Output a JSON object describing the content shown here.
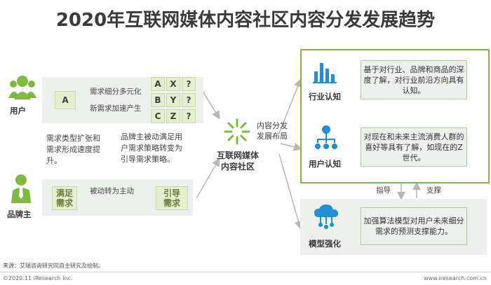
{
  "title": "2020年互联网媒体内容社区内容分发发展趋势",
  "left": {
    "user_label": "用户",
    "brand_label": "品牌主",
    "a_box": "A",
    "demand_detail": "需求细分多元化",
    "demand_new": "新需求加速产生",
    "grid": [
      "A",
      "X",
      "?",
      "B",
      "Y",
      "?",
      "C",
      "Z",
      "?"
    ],
    "demand_growth": "需求类型扩张和需求形成速度提升。",
    "brand_passive": "品牌主被动满足用户需求策略转变为引导需求策略。",
    "satisfy_line1": "满足",
    "satisfy_line2": "需求",
    "passive_to_active": "被动转为主动",
    "guide_line1": "引导",
    "guide_line2": "需求"
  },
  "center": {
    "community_line1": "互联网媒体",
    "community_line2": "内容社区",
    "distribution_line1": "内容分发",
    "distribution_line2": "发展布局"
  },
  "right": {
    "industry_label": "行业认知",
    "industry_text": "基于对行业、品牌和商品的深度了解，对行业前沿方向具有认知。",
    "user_label": "用户认知",
    "user_text": "对现在和未来主流消费人群的喜好等具有了解，如现在的Z世代。",
    "guide_label": "指导",
    "support_label": "支撑",
    "model_label": "模型强化",
    "model_text": "加强算法模型对用户未来细分需求的预测支撑能力。"
  },
  "footer": {
    "source": "来源：艾瑞咨询研究院自主研究及绘制。",
    "copyright": "©2020.11 iResearch Inc.",
    "website": "www.iresearch.com.cn"
  },
  "colors": {
    "green": "#7fb93e",
    "blue": "#1f8fd6",
    "box_green": "#e4efcf"
  }
}
